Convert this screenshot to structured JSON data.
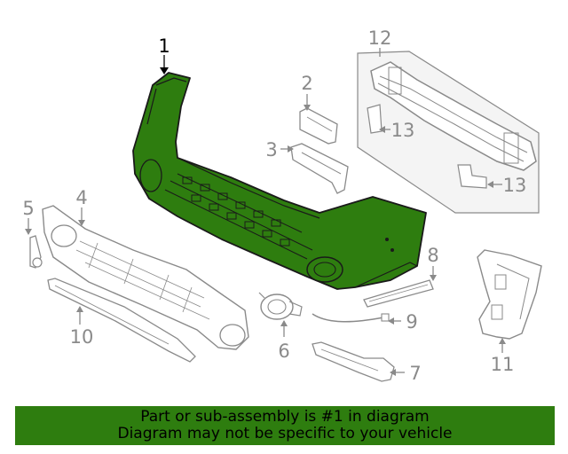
{
  "diagram": {
    "callouts": {
      "c1": "1",
      "c2": "2",
      "c3": "3",
      "c4": "4",
      "c5": "5",
      "c6": "6",
      "c7": "7",
      "c8": "8",
      "c9": "9",
      "c10": "10",
      "c11": "11",
      "c12": "12",
      "c13a": "13",
      "c13b": "13"
    },
    "colors": {
      "highlight": "#2e7d0f",
      "outline": "#1a1a1a",
      "part_line": "#8a8a8a",
      "panel_fill": "#f4f4f4"
    }
  },
  "banner": {
    "line1": "Part or sub-assembly is #1 in diagram",
    "line2": "Diagram may not be specific to your vehicle"
  }
}
